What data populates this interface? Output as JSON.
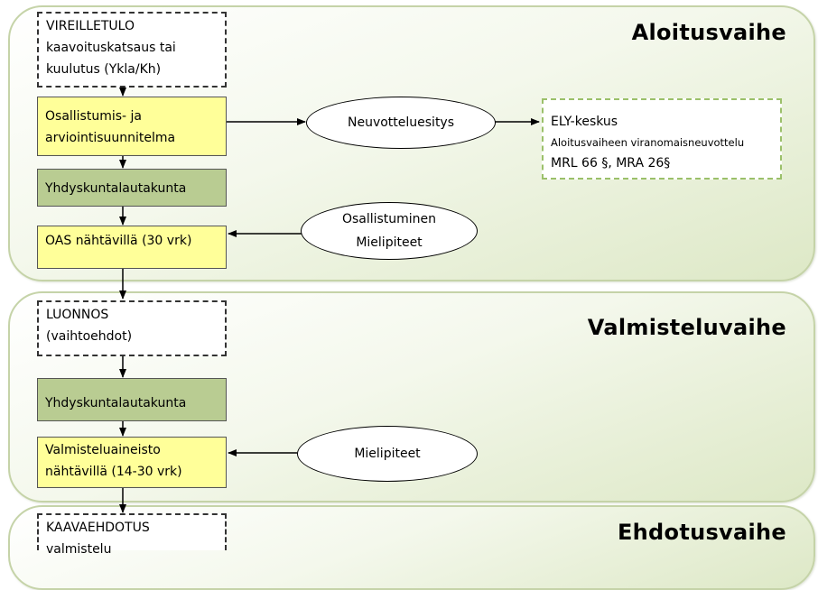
{
  "phases": {
    "aloitus": "Aloitusvaihe",
    "valmistelu": "Valmisteluvaihe",
    "ehdotus": "Ehdotusvaihe"
  },
  "boxes": {
    "vireilletulo": [
      "VIREILLETULO",
      "kaavoituskatsaus tai",
      "kuulutus (Ykla/Kh)"
    ],
    "oas": [
      "Osallistumis- ja",
      "arviointisuunnitelma"
    ],
    "yhdyskunta1": "Yhdyskuntalautakunta",
    "oas_nahtavilla": "OAS nähtävillä (30 vrk)",
    "luonnos": [
      "LUONNOS",
      "(vaihtoehdot)"
    ],
    "yhdyskunta2": "Yhdyskuntalautakunta",
    "valmisteluaineisto": [
      "Valmisteluaineisto",
      "nähtävillä (14-30 vrk)"
    ],
    "kaavaehdotus": [
      "KAAVAEHDOTUS",
      "valmistelu"
    ]
  },
  "ellipses": {
    "neuvottelu": "Neuvotteluesitys",
    "osallistuminen": [
      "Osallistuminen",
      "Mielipiteet"
    ],
    "mielipiteet": "Mielipiteet"
  },
  "ely": {
    "title": "ELY-keskus",
    "subtitle": "Aloitusvaiheen viranomaisneuvottelu",
    "ref": "MRL 66 §, MRA 26§"
  }
}
